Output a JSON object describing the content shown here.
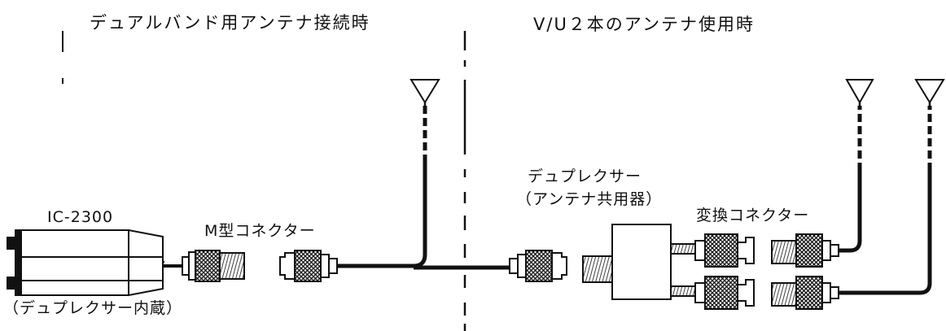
{
  "headings": {
    "left": "デュアルバンド用アンテナ接続時",
    "right": "V/U２本のアンテナ使用時"
  },
  "labels": {
    "radio_model": "IC-2300",
    "radio_note": "（デュプレクサー内蔵）",
    "m_connector": "M型コネクター",
    "duplexer_line1": "デュプレクサー",
    "duplexer_line2": "（アンテナ共用器）",
    "adapter": "変換コネクター"
  }
}
